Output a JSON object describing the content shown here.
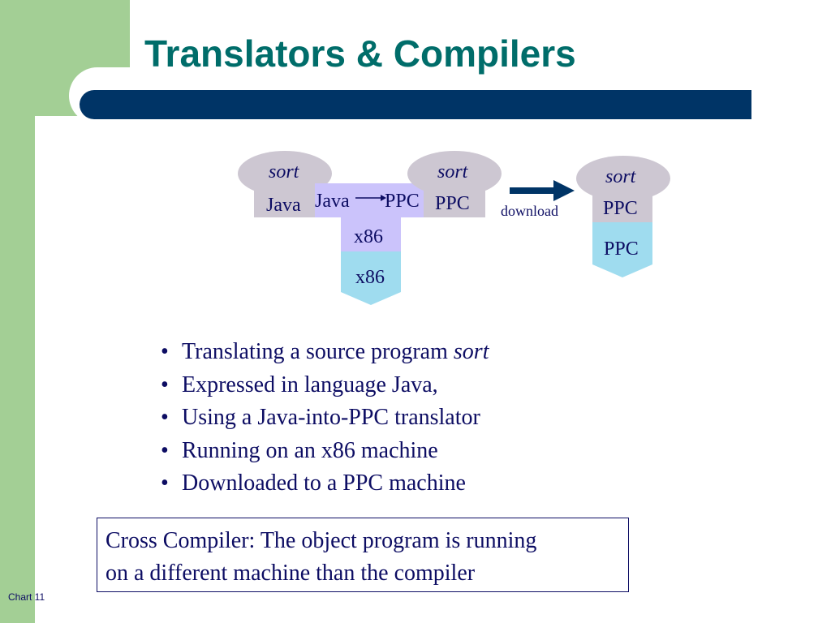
{
  "slide": {
    "title": "Translators & Compilers",
    "number_label": "Chart 11"
  },
  "diagram": {
    "source_program": {
      "name": "sort",
      "language": "Java"
    },
    "translator": {
      "source_language": "Java",
      "target_language": "PPC",
      "implementation_language": "x86"
    },
    "host_machine": "x86",
    "object_program": {
      "name": "sort",
      "language": "PPC"
    },
    "arrow_label": "download",
    "target_program": {
      "name": "sort",
      "language": "PPC"
    },
    "target_machine": "PPC"
  },
  "bullets": [
    {
      "text": "Translating a source program ",
      "emphasis": "sort"
    },
    {
      "text": "Expressed in language Java,",
      "emphasis": ""
    },
    {
      "text": "Using a Java-into-PPC translator",
      "emphasis": ""
    },
    {
      "text": "Running on an x86 machine",
      "emphasis": ""
    },
    {
      "text": "Downloaded to a PPC machine",
      "emphasis": ""
    }
  ],
  "callout": {
    "line1": "Cross Compiler: The object program is running",
    "line2": "on a different machine than the compiler"
  },
  "colors": {
    "title": "#006d6a",
    "title_bar": "#003466",
    "green_accent": "#a3cf95",
    "program_gray": "#cdc7d2",
    "translator_lavender": "#cbc3fb",
    "machine_cyan": "#9fdcef",
    "text": "#0d0d63"
  }
}
